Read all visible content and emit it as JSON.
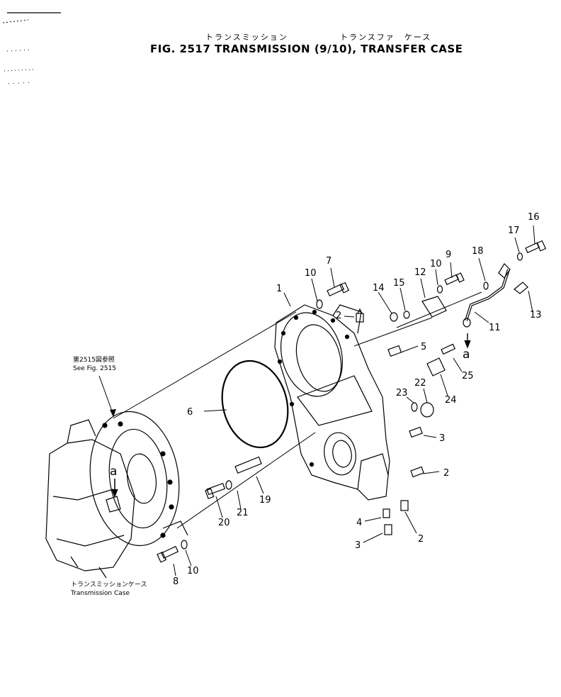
{
  "title": {
    "kana_left": "トランスミッション",
    "kana_right": "トランスファ　ケース",
    "main": "FIG. 2517  TRANSMISSION (9/10),  TRANSFER  CASE"
  },
  "notes": {
    "see_fig_jp": "第2515図参照",
    "see_fig_en": "See Fig. 2515",
    "trans_case_jp": "トランスミッションケース",
    "trans_case_en": "Transmission  Case"
  },
  "arrow_labels": [
    "a",
    "a"
  ],
  "callouts": [
    "1",
    "2",
    "2",
    "2",
    "3",
    "3",
    "4",
    "5",
    "6",
    "7",
    "8",
    "9",
    "10",
    "10",
    "10",
    "11",
    "12",
    "13",
    "14",
    "15",
    "16",
    "17",
    "18",
    "19",
    "20",
    "21",
    "22",
    "23",
    "24",
    "25"
  ]
}
